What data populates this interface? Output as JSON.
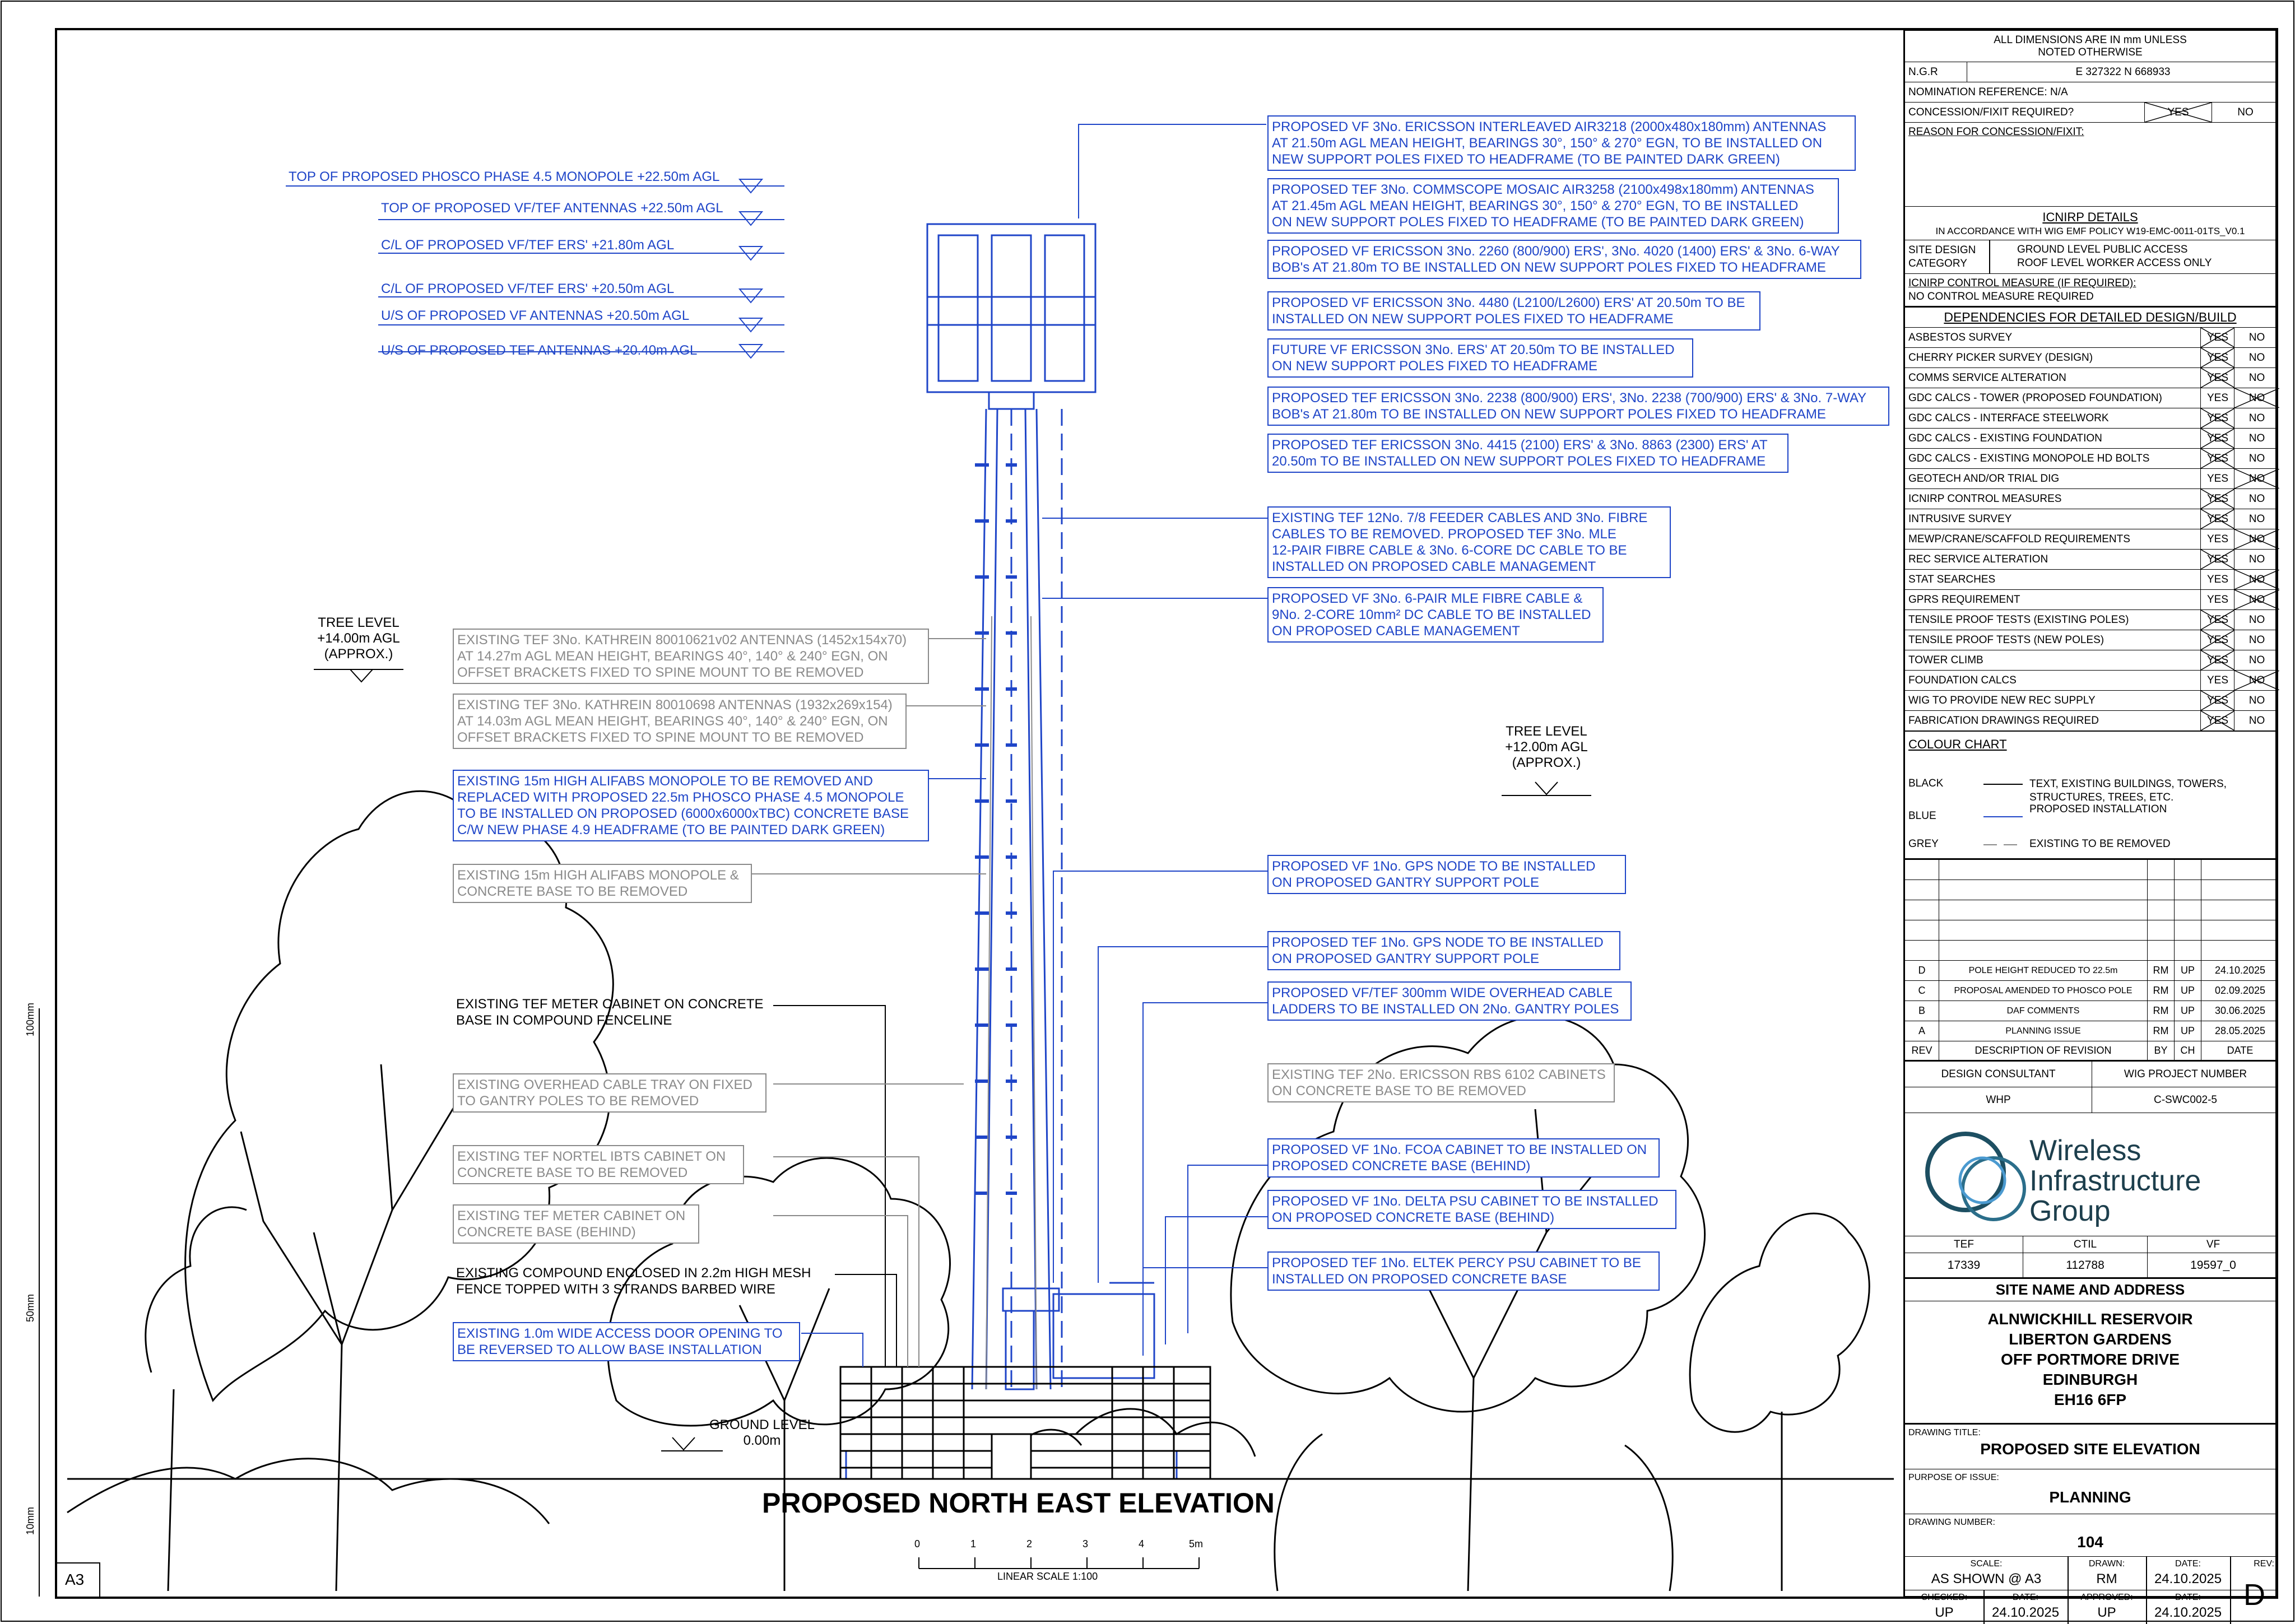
{
  "title": "PROPOSED NORTH EAST ELEVATION",
  "scale_bar": {
    "ticks": [
      "0",
      "1",
      "2",
      "3",
      "4",
      "5m"
    ],
    "label": "LINEAR SCALE 1:100"
  },
  "sheet_size": "A3",
  "margin_marks": [
    "100mm",
    "50mm",
    "10mm"
  ],
  "levels": [
    "TOP OF PROPOSED PHOSCO PHASE 4.5 MONOPOLE +22.50m AGL",
    "TOP OF PROPOSED VF/TEF ANTENNAS +22.50m AGL",
    "C/L OF PROPOSED VF/TEF ERS' +21.80m AGL",
    "C/L OF PROPOSED VF/TEF ERS' +20.50m AGL",
    "U/S OF PROPOSED VF ANTENNAS +20.50m AGL",
    "U/S OF PROPOSED TEF ANTENNAS +20.40m AGL"
  ],
  "tree_left": "TREE LEVEL\n+14.00m AGL\n(APPROX.)",
  "tree_right": "TREE LEVEL\n+12.00m AGL\n(APPROX.)",
  "ground_level": "GROUND LEVEL\n0.00m",
  "notes_right": [
    "PROPOSED VF 3No. ERICSSON INTERLEAVED AIR3218 (2000x480x180mm) ANTENNAS\nAT 21.50m AGL MEAN HEIGHT, BEARINGS 30°, 150° & 270° EGN, TO BE INSTALLED ON\nNEW SUPPORT POLES FIXED TO HEADFRAME (TO BE PAINTED DARK GREEN)",
    "PROPOSED TEF 3No. COMMSCOPE MOSAIC AIR3258 (2100x498x180mm) ANTENNAS\nAT 21.45m AGL MEAN HEIGHT, BEARINGS 30°, 150° & 270° EGN, TO BE INSTALLED\nON NEW SUPPORT POLES FIXED TO HEADFRAME (TO BE PAINTED DARK GREEN)",
    "PROPOSED VF ERICSSON 3No. 2260 (800/900) ERS', 3No. 4020 (1400) ERS' & 3No. 6-WAY\nBOB's AT 21.80m TO BE INSTALLED ON NEW SUPPORT POLES FIXED TO HEADFRAME",
    "PROPOSED VF ERICSSON 3No. 4480 (L2100/L2600) ERS' AT 20.50m TO BE\nINSTALLED ON NEW SUPPORT POLES FIXED TO HEADFRAME",
    "FUTURE VF ERICSSON 3No. ERS' AT 20.50m TO BE INSTALLED\nON NEW SUPPORT POLES FIXED TO HEADFRAME",
    "PROPOSED TEF ERICSSON 3No. 2238 (800/900) ERS', 3No. 2238 (700/900) ERS' & 3No. 7-WAY\nBOB's AT 21.80m TO BE INSTALLED ON NEW SUPPORT POLES FIXED TO HEADFRAME",
    "PROPOSED TEF ERICSSON 3No. 4415 (2100) ERS' & 3No. 8863 (2300) ERS' AT\n20.50m TO BE INSTALLED ON NEW SUPPORT POLES FIXED TO HEADFRAME",
    "EXISTING TEF 12No. 7/8 FEEDER CABLES AND 3No. FIBRE\nCABLES TO BE REMOVED. PROPOSED TEF 3No. MLE\n12-PAIR FIBRE CABLE & 3No. 6-CORE DC CABLE TO BE\nINSTALLED ON PROPOSED CABLE MANAGEMENT",
    "PROPOSED VF 3No. 6-PAIR MLE FIBRE CABLE &\n9No. 2-CORE 10mm² DC CABLE TO BE INSTALLED\nON PROPOSED CABLE MANAGEMENT",
    "PROPOSED VF 1No. GPS NODE TO BE INSTALLED\nON PROPOSED GANTRY SUPPORT POLE",
    "PROPOSED TEF 1No. GPS NODE TO BE INSTALLED\nON PROPOSED GANTRY SUPPORT POLE",
    "PROPOSED VF/TEF 300mm WIDE OVERHEAD CABLE\nLADDERS TO BE INSTALLED ON 2No. GANTRY POLES",
    "EXISTING TEF 2No. ERICSSON RBS 6102 CABINETS\nON CONCRETE BASE TO BE REMOVED",
    "PROPOSED VF 1No. FCOA CABINET TO BE INSTALLED ON\nPROPOSED CONCRETE BASE (BEHIND)",
    "PROPOSED VF 1No. DELTA PSU CABINET TO BE INSTALLED\nON PROPOSED CONCRETE BASE (BEHIND)",
    "PROPOSED TEF 1No. ELTEK PERCY PSU CABINET TO BE\nINSTALLED ON PROPOSED CONCRETE BASE"
  ],
  "notes_left": [
    "EXISTING TEF 3No. KATHREIN 80010621v02 ANTENNAS (1452x154x70)\nAT 14.27m AGL MEAN HEIGHT, BEARINGS 40°, 140° & 240° EGN, ON\nOFFSET BRACKETS FIXED TO SPINE MOUNT TO BE REMOVED",
    "EXISTING TEF 3No. KATHREIN 80010698 ANTENNAS (1932x269x154)\nAT 14.03m AGL MEAN HEIGHT, BEARINGS 40°, 140° & 240° EGN, ON\nOFFSET BRACKETS FIXED TO SPINE MOUNT TO BE REMOVED",
    "EXISTING 15m HIGH ALIFABS MONOPOLE TO BE REMOVED AND\nREPLACED WITH PROPOSED 22.5m PHOSCO PHASE 4.5 MONOPOLE\nTO BE INSTALLED ON PROPOSED (6000x6000xTBC) CONCRETE BASE\nC/W NEW PHASE 4.9 HEADFRAME (TO BE PAINTED DARK GREEN)",
    "EXISTING 15m HIGH ALIFABS MONOPOLE &\nCONCRETE BASE TO BE REMOVED",
    "EXISTING TEF METER CABINET ON CONCRETE\nBASE IN COMPOUND FENCELINE",
    "EXISTING OVERHEAD CABLE TRAY ON FIXED\nTO GANTRY POLES TO BE REMOVED",
    "EXISTING TEF NORTEL IBTS CABINET ON\nCONCRETE BASE TO BE REMOVED",
    "EXISTING TEF METER CABINET ON\nCONCRETE BASE (BEHIND)",
    "EXISTING COMPOUND ENCLOSED IN 2.2m HIGH MESH\nFENCE TOPPED WITH 3 STRANDS BARBED WIRE",
    "EXISTING 1.0m WIDE ACCESS DOOR OPENING TO\nBE REVERSED TO ALLOW BASE INSTALLATION"
  ],
  "title_block": {
    "dims_note": "ALL DIMENSIONS ARE IN mm UNLESS\nNOTED OTHERWISE",
    "ngr_label": "N.G.R",
    "ngr_value": "E 327322    N 668933",
    "nomination": "NOMINATION REFERENCE:  N/A",
    "concession_label": "CONCESSION/FIXIT REQUIRED?",
    "concession_yes": "YES",
    "concession_no": "NO",
    "reason_label": "REASON FOR CONCESSION/FIXIT:",
    "icnirp_title": "ICNIRP DETAILS",
    "icnirp_policy": "IN ACCORDANCE WITH WIG EMF POLICY W19-EMC-0011-01TS_V0.1",
    "site_design_label": "SITE DESIGN\nCATEGORY",
    "site_design_1": "GROUND LEVEL PUBLIC ACCESS",
    "site_design_2": "ROOF LEVEL WORKER ACCESS ONLY",
    "icnirp_control_label": "ICNIRP CONTROL MEASURE (IF REQUIRED):",
    "icnirp_control_value": "NO CONTROL MEASURE REQUIRED",
    "dependencies_title": "DEPENDENCIES FOR DETAILED DESIGN/BUILD",
    "dependencies": [
      {
        "label": "ASBESTOS SURVEY",
        "answer": "NO"
      },
      {
        "label": "CHERRY PICKER SURVEY (DESIGN)",
        "answer": "NO"
      },
      {
        "label": "COMMS SERVICE ALTERATION",
        "answer": "NO"
      },
      {
        "label": "GDC CALCS - TOWER (PROPOSED FOUNDATION)",
        "answer": "YES"
      },
      {
        "label": "GDC CALCS - INTERFACE STEELWORK",
        "answer": "NO"
      },
      {
        "label": "GDC CALCS - EXISTING FOUNDATION",
        "answer": "NO"
      },
      {
        "label": "GDC CALCS - EXISTING MONOPOLE HD BOLTS",
        "answer": "NO"
      },
      {
        "label": "GEOTECH AND/OR TRIAL DIG",
        "answer": "YES"
      },
      {
        "label": "ICNIRP CONTROL MEASURES",
        "answer": "NO"
      },
      {
        "label": "INTRUSIVE SURVEY",
        "answer": "NO"
      },
      {
        "label": "MEWP/CRANE/SCAFFOLD REQUIREMENTS",
        "answer": "YES"
      },
      {
        "label": "REC SERVICE ALTERATION",
        "answer": "NO"
      },
      {
        "label": "STAT SEARCHES",
        "answer": "YES"
      },
      {
        "label": "GPRS REQUIREMENT",
        "answer": "YES"
      },
      {
        "label": "TENSILE PROOF TESTS (EXISTING POLES)",
        "answer": "NO"
      },
      {
        "label": "TENSILE PROOF TESTS (NEW POLES)",
        "answer": "NO"
      },
      {
        "label": "TOWER CLIMB",
        "answer": "NO"
      },
      {
        "label": "FOUNDATION CALCS",
        "answer": "YES"
      },
      {
        "label": "WIG TO PROVIDE NEW REC SUPPLY",
        "answer": "NO"
      },
      {
        "label": "FABRICATION DRAWINGS REQUIRED",
        "answer": "NO"
      }
    ],
    "yes_text": "YES",
    "no_text": "NO",
    "colour_chart_title": "COLOUR CHART",
    "colour_black": "BLACK",
    "colour_black_desc": "TEXT, EXISTING BUILDINGS, TOWERS,\nSTRUCTURES, TREES, ETC.",
    "colour_blue": "BLUE",
    "colour_blue_desc": "PROPOSED INSTALLATION",
    "colour_grey": "GREY",
    "colour_grey_desc": "EXISTING TO BE REMOVED",
    "revisions": [
      {
        "rev": "D",
        "desc": "POLE HEIGHT REDUCED TO 22.5m",
        "by": "RM",
        "ch": "UP",
        "date": "24.10.2025"
      },
      {
        "rev": "C",
        "desc": "PROPOSAL AMENDED TO PHOSCO POLE",
        "by": "RM",
        "ch": "UP",
        "date": "02.09.2025"
      },
      {
        "rev": "B",
        "desc": "DAF COMMENTS",
        "by": "RM",
        "ch": "UP",
        "date": "30.06.2025"
      },
      {
        "rev": "A",
        "desc": "PLANNING ISSUE",
        "by": "RM",
        "ch": "UP",
        "date": "28.05.2025"
      }
    ],
    "rev_header": {
      "rev": "REV",
      "desc": "DESCRIPTION OF REVISION",
      "by": "BY",
      "ch": "CH",
      "date": "DATE"
    },
    "design_consultant_label": "DESIGN CONSULTANT",
    "wig_project_label": "WIG PROJECT NUMBER",
    "design_consultant": "WHP",
    "wig_project": "C-SWC002-5",
    "logo_line1": "Wireless",
    "logo_line2": "Infrastructure",
    "logo_line3": "Group",
    "refs_header": [
      "TEF",
      "CTIL",
      "VF"
    ],
    "refs_values": [
      "17339",
      "112788",
      "19597_0"
    ],
    "site_title": "SITE NAME AND ADDRESS",
    "site_address": "ALNWICKHILL RESERVOIR\nLIBERTON GARDENS\nOFF PORTMORE DRIVE\nEDINBURGH\nEH16 6FP",
    "drawing_title_label": "DRAWING TITLE:",
    "drawing_title": "PROPOSED SITE ELEVATION",
    "purpose_label": "PURPOSE OF ISSUE:",
    "purpose": "PLANNING",
    "drawing_number_label": "DRAWING NUMBER:",
    "drawing_number": "104",
    "scale_label": "SCALE:",
    "scale_value": "AS SHOWN @ A3",
    "drawn_label": "DRAWN:",
    "drawn_value": "RM",
    "date_label": "DATE:",
    "date_value": "24.10.2025",
    "rev_label": "REV:",
    "rev_value": "D",
    "checked_label": "CHECKED:",
    "checked_value": "UP",
    "checked_date_label": "DATE:",
    "checked_date_value": "24.10.2025",
    "approved_label": "APPROVED:",
    "approved_value": "UP",
    "approved_date_label": "DATE:",
    "approved_date_value": "24.10.2025"
  },
  "colors": {
    "proposed": "#1f45c8",
    "existing": "#8a8a8a",
    "text": "#000000"
  }
}
